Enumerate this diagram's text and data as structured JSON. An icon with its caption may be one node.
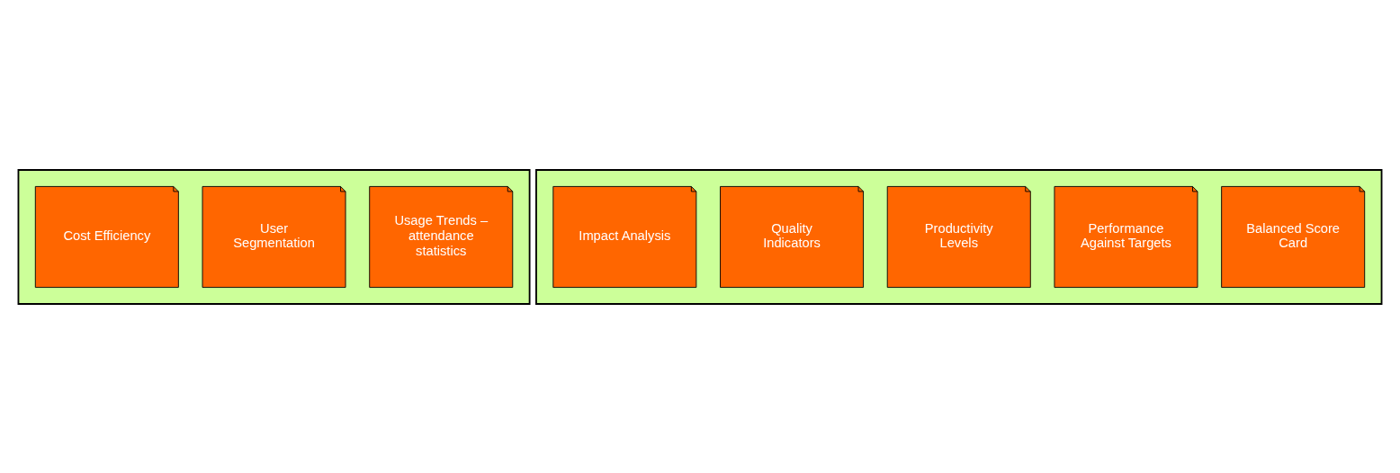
{
  "diagram": {
    "nodes": [
      {
        "text": [],
        "shape": "box"
      },
      {
        "text": [
          "Usage Trends – attendance statistics"
        ],
        "in": 0
      },
      {
        "text": [
          "User Segmentation"
        ],
        "in": 0
      },
      {
        "text": [
          "Cost Efficiency"
        ],
        "in": 0
      },
      {
        "text": [],
        "shape": "box"
      },
      {
        "text": [
          "Balanced Score Card"
        ],
        "in": 4
      },
      {
        "text": [
          "Performance Against Targets"
        ],
        "in": 4
      },
      {
        "text": [
          "Productivity Levels"
        ],
        "in": 4
      },
      {
        "text": [
          "Quality Indicators"
        ],
        "in": 4
      },
      {
        "text": [
          "Impact Analysis"
        ],
        "in": 4
      }
    ]
  }
}
